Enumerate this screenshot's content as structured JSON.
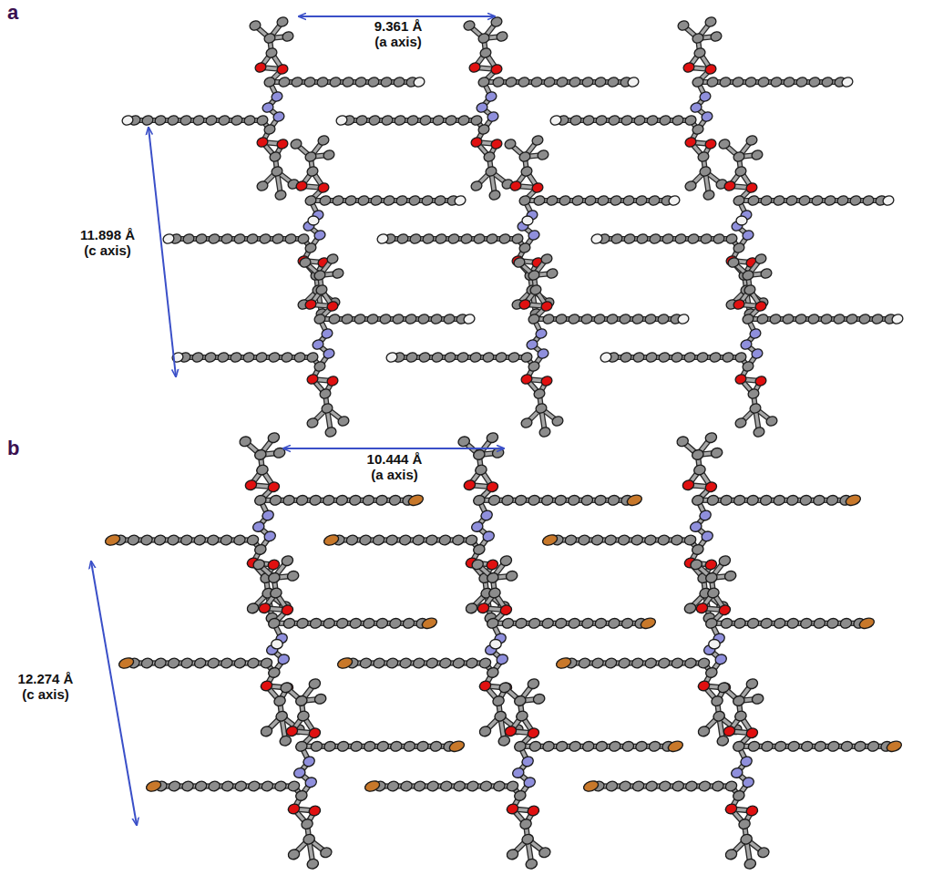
{
  "diagram": {
    "labels": [
      "a",
      "9.361 Å",
      "(a axis)",
      "11.898 Å",
      "(c axis)",
      "b",
      "10.444 Å",
      "(a axis)",
      "12.274 Å",
      "(c axis)"
    ]
  }
}
